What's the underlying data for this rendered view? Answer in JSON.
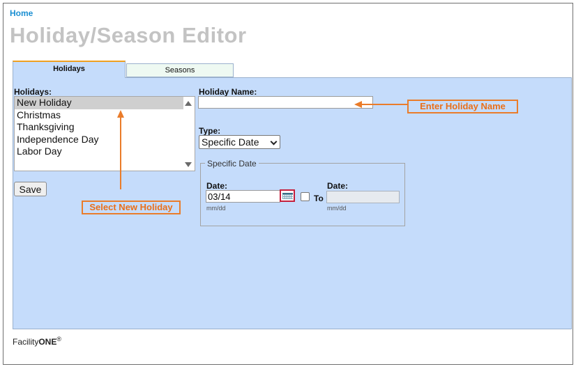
{
  "header": {
    "home_link": "Home",
    "title": "Holiday/Season Editor"
  },
  "tabs": [
    {
      "label": "Holidays",
      "active": true
    },
    {
      "label": "Seasons",
      "active": false
    }
  ],
  "holidays_panel": {
    "list_label": "Holidays:",
    "items": [
      "New Holiday",
      "Christmas",
      "Thanksgiving",
      "Independence Day",
      "Labor Day"
    ],
    "selected": "New Holiday",
    "save_label": "Save"
  },
  "form": {
    "name_label": "Holiday Name:",
    "name_value": "",
    "type_label": "Type:",
    "type_value": "Specific Date",
    "specific_date": {
      "legend": "Specific Date",
      "date_label": "Date:",
      "date_value": "03/14",
      "date_hint": "mm/dd",
      "to_label": "To",
      "to_date_label": "Date:",
      "to_date_value": "",
      "to_date_hint": "mm/dd",
      "range_checked": false
    }
  },
  "annotations": {
    "enter_name": "Enter Holiday Name",
    "select_holiday": "Select New Holiday",
    "color": "#ea7c2a"
  },
  "footer": {
    "brand_prefix": "Facility",
    "brand_bold": "ONE",
    "brand_mark": "®"
  },
  "colors": {
    "panel_bg": "#c5dcfb",
    "active_tab_accent": "#f0a020",
    "link": "#1b8fd2",
    "title": "#c3c3c3"
  }
}
